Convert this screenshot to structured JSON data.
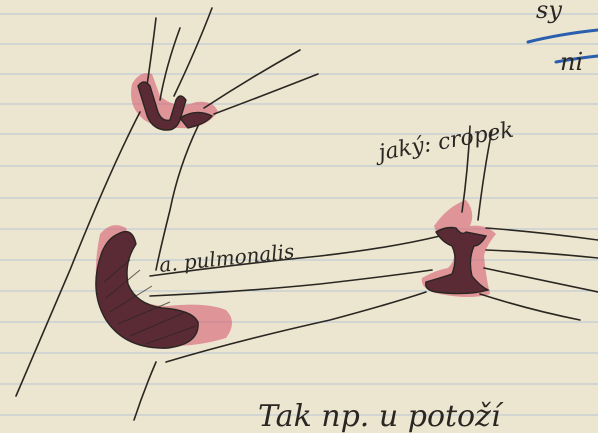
{
  "labels": {
    "vessel": "a. pulmonalis",
    "ductus": "jaký: cropek"
  },
  "text_fragments": {
    "top_right_1": "sy",
    "top_right_2": "ni",
    "bottom_line": "Tak np. u potoží"
  },
  "colors": {
    "paper": "#ece5cf",
    "ruled_lines": "#b9c6d6",
    "ink": "#2a2622",
    "red_pencil": "#d5546a",
    "dark_fill": "#5a2a35",
    "blue_pencil": "#2b5fae"
  }
}
